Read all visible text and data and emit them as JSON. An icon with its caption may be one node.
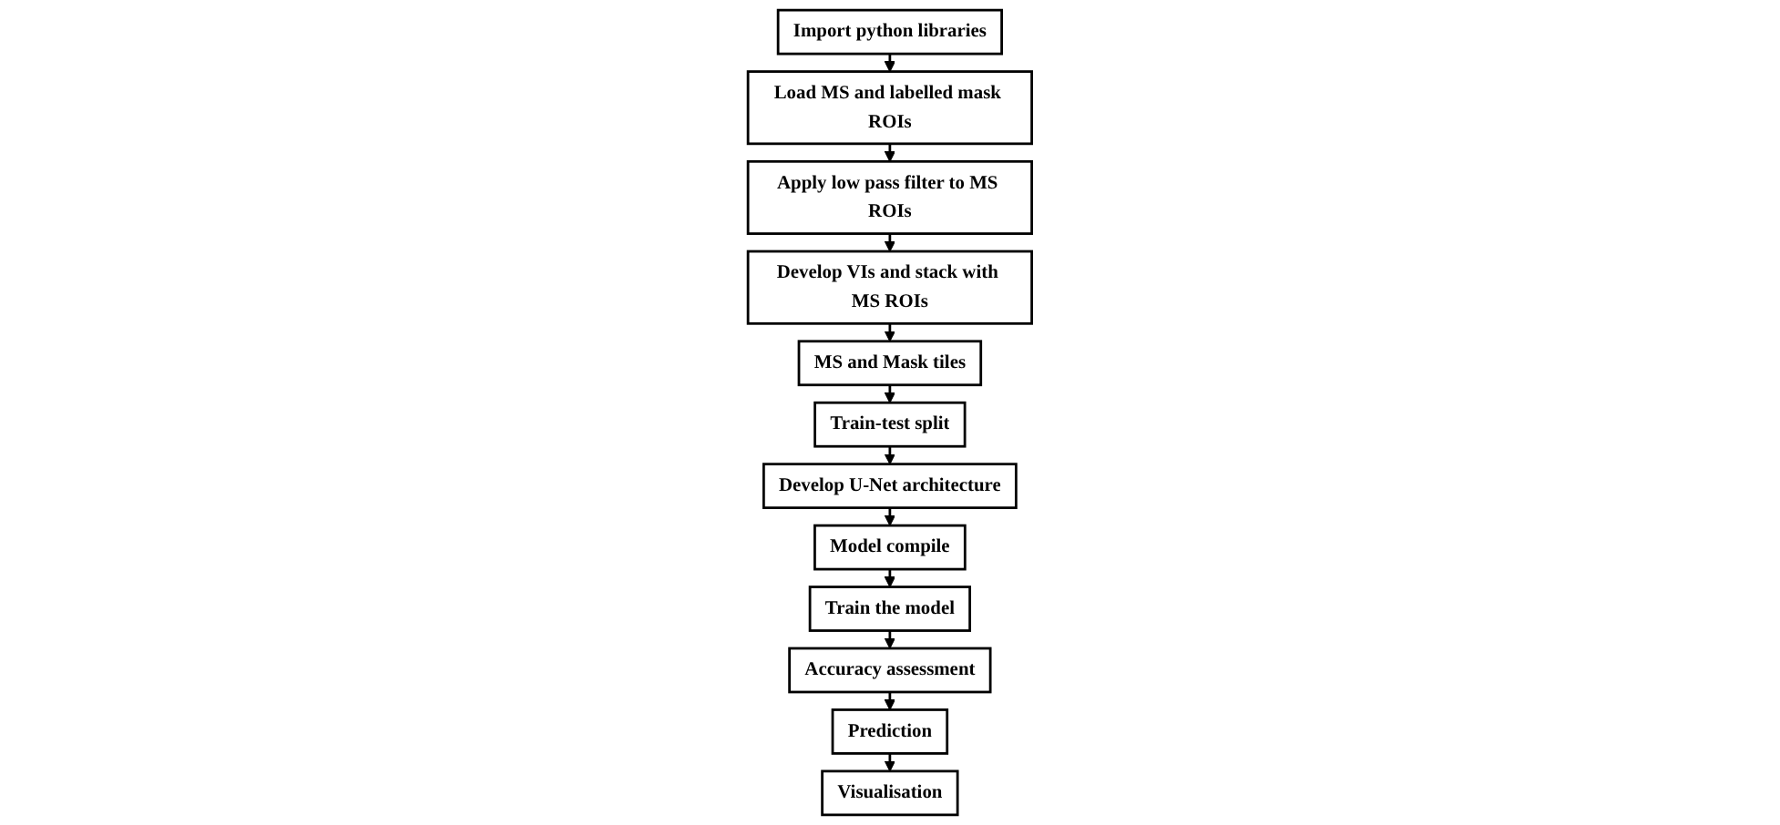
{
  "diagram": {
    "nodes": [
      {
        "text": [
          "Import python libraries"
        ]
      },
      {
        "text": [
          "Load MS and labelled mask ROIs"
        ]
      },
      {
        "text": [
          "Apply low pass filter to MS ROIs"
        ]
      },
      {
        "text": [
          "Develop VIs and stack with MS ROIs"
        ]
      },
      {
        "text": [
          "MS and Mask tiles"
        ]
      },
      {
        "text": [
          "Train-test split"
        ]
      },
      {
        "text": [
          "Develop U-Net architecture"
        ]
      },
      {
        "text": [
          "Model compile"
        ]
      },
      {
        "text": [
          "Train the model"
        ]
      },
      {
        "text": [
          "Accuracy assessment"
        ]
      },
      {
        "text": [
          "Prediction"
        ]
      },
      {
        "text": [
          "Visualisation"
        ]
      }
    ],
    "edges": [
      {
        "from": 0,
        "to": 1,
        "arrow": "to"
      },
      {
        "from": 1,
        "to": 2,
        "arrow": "to"
      },
      {
        "from": 2,
        "to": 3,
        "arrow": "to"
      },
      {
        "from": 3,
        "to": 4,
        "arrow": "to"
      },
      {
        "from": 4,
        "to": 5,
        "arrow": "to"
      },
      {
        "from": 5,
        "to": 6,
        "arrow": "to"
      },
      {
        "from": 6,
        "to": 7,
        "arrow": "to"
      },
      {
        "from": 7,
        "to": 8,
        "arrow": "to"
      },
      {
        "from": 8,
        "to": 9,
        "arrow": "to"
      },
      {
        "from": 9,
        "to": 10,
        "arrow": "to"
      },
      {
        "from": 10,
        "to": 11,
        "arrow": "to"
      }
    ]
  }
}
